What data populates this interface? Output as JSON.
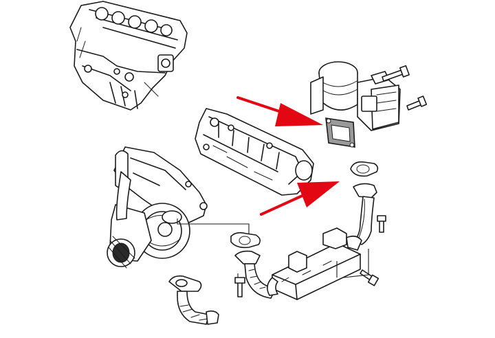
{
  "figure": {
    "background": "#ffffff",
    "line_color": "#1a1a1a",
    "arrow_color": "#e30613",
    "gasket_fill": "#9a9a9a",
    "parts": [
      "engine-block",
      "intake-manifold",
      "egr-valve",
      "egr-valve-gasket",
      "egr-pipe-gasket",
      "egr-pipe",
      "turbocharger",
      "turbo-flange-gasket",
      "egr-cooler",
      "egr-cooler-inlet-pipe",
      "lower-pipe",
      "bolts"
    ],
    "arrows": [
      {
        "points_to": "egr-valve-gasket"
      },
      {
        "points_to": "egr-pipe-gasket"
      }
    ]
  }
}
